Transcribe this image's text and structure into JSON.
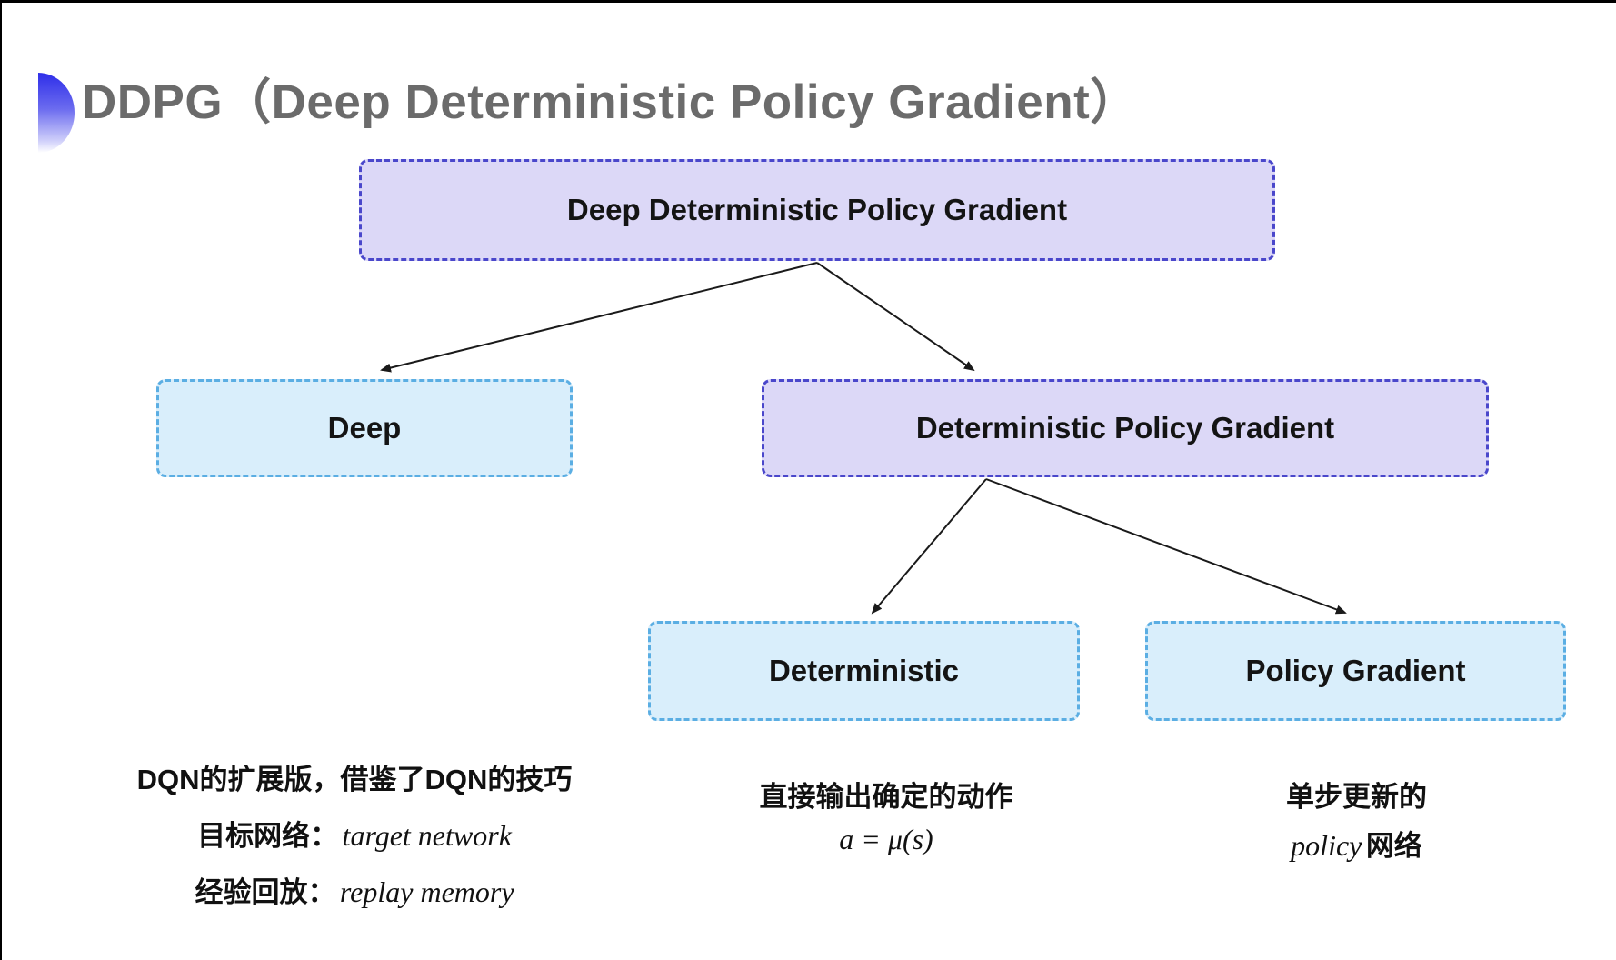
{
  "title": {
    "text": "DDPG（Deep Deterministic Policy Gradient）",
    "color": "#6b6b6b",
    "bullet_icon": "half-circle-gradient-bullet"
  },
  "diagram": {
    "nodes": [
      {
        "id": "ddpg",
        "label": "Deep Deterministic Policy Gradient",
        "variant": "purple"
      },
      {
        "id": "deep",
        "label": "Deep",
        "variant": "cyan"
      },
      {
        "id": "dpg",
        "label": "Deterministic Policy Gradient",
        "variant": "purple"
      },
      {
        "id": "deterministic",
        "label": "Deterministic",
        "variant": "cyan"
      },
      {
        "id": "policy_gradient",
        "label": "Policy Gradient",
        "variant": "cyan"
      }
    ],
    "edges": [
      {
        "from": "ddpg",
        "to": "deep"
      },
      {
        "from": "ddpg",
        "to": "dpg"
      },
      {
        "from": "dpg",
        "to": "deterministic"
      },
      {
        "from": "dpg",
        "to": "policy_gradient"
      }
    ],
    "colors": {
      "purple_fill": "#dcd8f7",
      "purple_border": "#4a47cb",
      "cyan_fill": "#d9eefb",
      "cyan_border": "#5baee3",
      "arrow": "#1a1a1a",
      "label_text": "#141414"
    }
  },
  "notes": {
    "deep_note": {
      "line1": "DQN的扩展版，借鉴了DQN的技巧",
      "line2_label": "目标网络：",
      "line2_term": "target network",
      "line3_label": "经验回放：",
      "line3_term": "replay memory"
    },
    "deterministic_note": {
      "line1": "直接输出确定的动作",
      "line2": "a = μ(s)"
    },
    "policy_gradient_note": {
      "line1": "单步更新的",
      "line2_term": "policy",
      "line2_suffix": " 网络"
    }
  }
}
